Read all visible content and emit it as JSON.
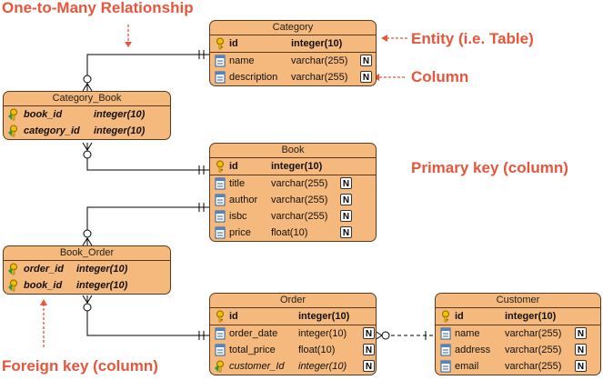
{
  "annotations": {
    "one_to_many": "One-to-Many Relationship",
    "entity_table": "Entity (i.e. Table)",
    "column": "Column",
    "primary_key": "Primary key (column)",
    "foreign_key": "Foreign key (column)"
  },
  "null_badge": "N",
  "colors": {
    "entity_fill": "#f5b97d",
    "annotation": "#e8553a"
  },
  "entities": {
    "category": {
      "name": "Category",
      "columns": [
        {
          "name": "id",
          "type": "integer(10)",
          "key": "pk",
          "nullable": false
        },
        {
          "name": "name",
          "type": "varchar(255)",
          "key": "",
          "nullable": true
        },
        {
          "name": "description",
          "type": "varchar(255)",
          "key": "",
          "nullable": true
        }
      ]
    },
    "category_book": {
      "name": "Category_Book",
      "columns": [
        {
          "name": "book_id",
          "type": "integer(10)",
          "key": "pfk",
          "nullable": false
        },
        {
          "name": "category_id",
          "type": "integer(10)",
          "key": "pfk",
          "nullable": false
        }
      ]
    },
    "book": {
      "name": "Book",
      "columns": [
        {
          "name": "id",
          "type": "integer(10)",
          "key": "pk",
          "nullable": false
        },
        {
          "name": "title",
          "type": "varchar(255)",
          "key": "",
          "nullable": true
        },
        {
          "name": "author",
          "type": "varchar(255)",
          "key": "",
          "nullable": true
        },
        {
          "name": "isbc",
          "type": "varchar(255)",
          "key": "",
          "nullable": true
        },
        {
          "name": "price",
          "type": "float(10)",
          "key": "",
          "nullable": true
        }
      ]
    },
    "book_order": {
      "name": "Book_Order",
      "columns": [
        {
          "name": "order_id",
          "type": "integer(10)",
          "key": "pfk",
          "nullable": false
        },
        {
          "name": "book_id",
          "type": "integer(10)",
          "key": "pfk",
          "nullable": false
        }
      ]
    },
    "order": {
      "name": "Order",
      "columns": [
        {
          "name": "id",
          "type": "integer(10)",
          "key": "pk",
          "nullable": false
        },
        {
          "name": "order_date",
          "type": "integer(10)",
          "key": "",
          "nullable": true
        },
        {
          "name": "total_price",
          "type": "float(10)",
          "key": "",
          "nullable": true
        },
        {
          "name": "customer_Id",
          "type": "integer(10)",
          "key": "fk",
          "nullable": true
        }
      ]
    },
    "customer": {
      "name": "Customer",
      "columns": [
        {
          "name": "id",
          "type": "integer(10)",
          "key": "pk",
          "nullable": false
        },
        {
          "name": "name",
          "type": "varchar(255)",
          "key": "",
          "nullable": true
        },
        {
          "name": "address",
          "type": "varchar(255)",
          "key": "",
          "nullable": true
        },
        {
          "name": "email",
          "type": "varchar(255)",
          "key": "",
          "nullable": true
        }
      ]
    }
  }
}
